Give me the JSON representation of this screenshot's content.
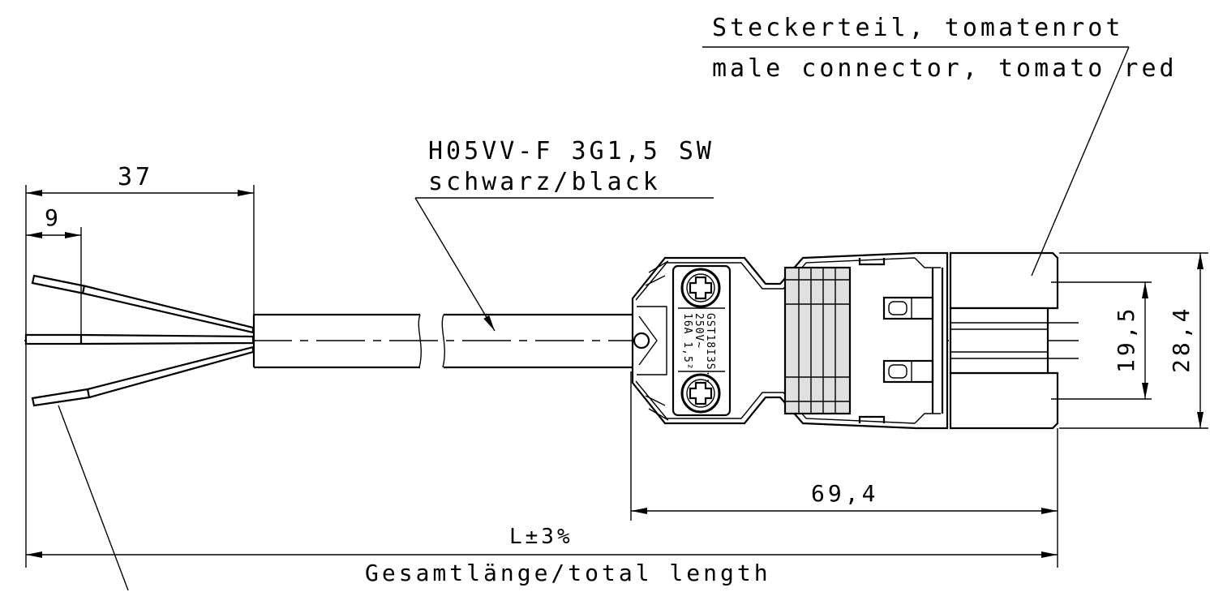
{
  "labels": {
    "connector_de": "Steckerteil, tomatenrot",
    "connector_en": "male connector, tomato red",
    "cable_type": "H05VV-F 3G1,5 SW",
    "cable_color": "schwarz/black",
    "total_length": "L±3%",
    "total_length_caption": "Gesamtlänge/total length"
  },
  "dimensions": {
    "strip_length": "37",
    "wire_strip": "9",
    "connector_length": "69,4",
    "pin_spacing": "19,5",
    "connector_height": "28,4"
  },
  "connector_marking": {
    "line1": "GST18I3S..",
    "line2": "250V~",
    "line3": "16A 1,5²"
  },
  "colors": {
    "line": "#000000",
    "background": "#ffffff"
  }
}
